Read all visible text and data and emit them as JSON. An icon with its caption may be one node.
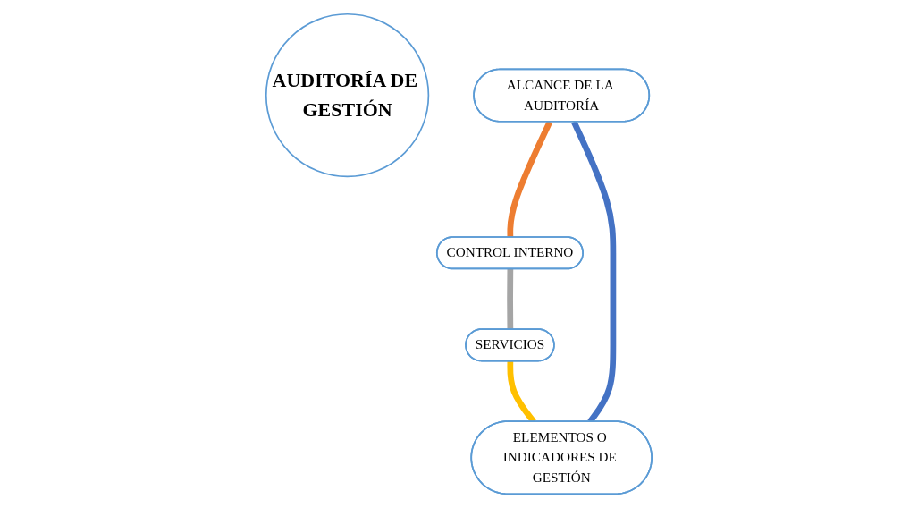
{
  "diagram": {
    "nodes": [
      {
        "text": [
          "AUDITORÍA DE GESTIÓN"
        ]
      },
      {
        "text": [
          "ALCANCE DE LA AUDITORÍA"
        ]
      },
      {
        "text": [
          "CONTROL INTERNO"
        ]
      },
      {
        "text": [
          "SERVICIOS"
        ]
      },
      {
        "text": [
          "ELEMENTOS O INDICADORES DE GESTIÓN"
        ]
      }
    ],
    "edges": [
      {
        "from": 1,
        "to": 2,
        "arrow": "none",
        "color": "#ed7d31"
      },
      {
        "from": 2,
        "to": 3,
        "arrow": "none",
        "color": "#a5a5a5"
      },
      {
        "from": 3,
        "to": 4,
        "arrow": "none",
        "color": "#ffc000"
      },
      {
        "from": 4,
        "to": 1,
        "arrow": "none",
        "color": "#4472c4"
      }
    ]
  }
}
